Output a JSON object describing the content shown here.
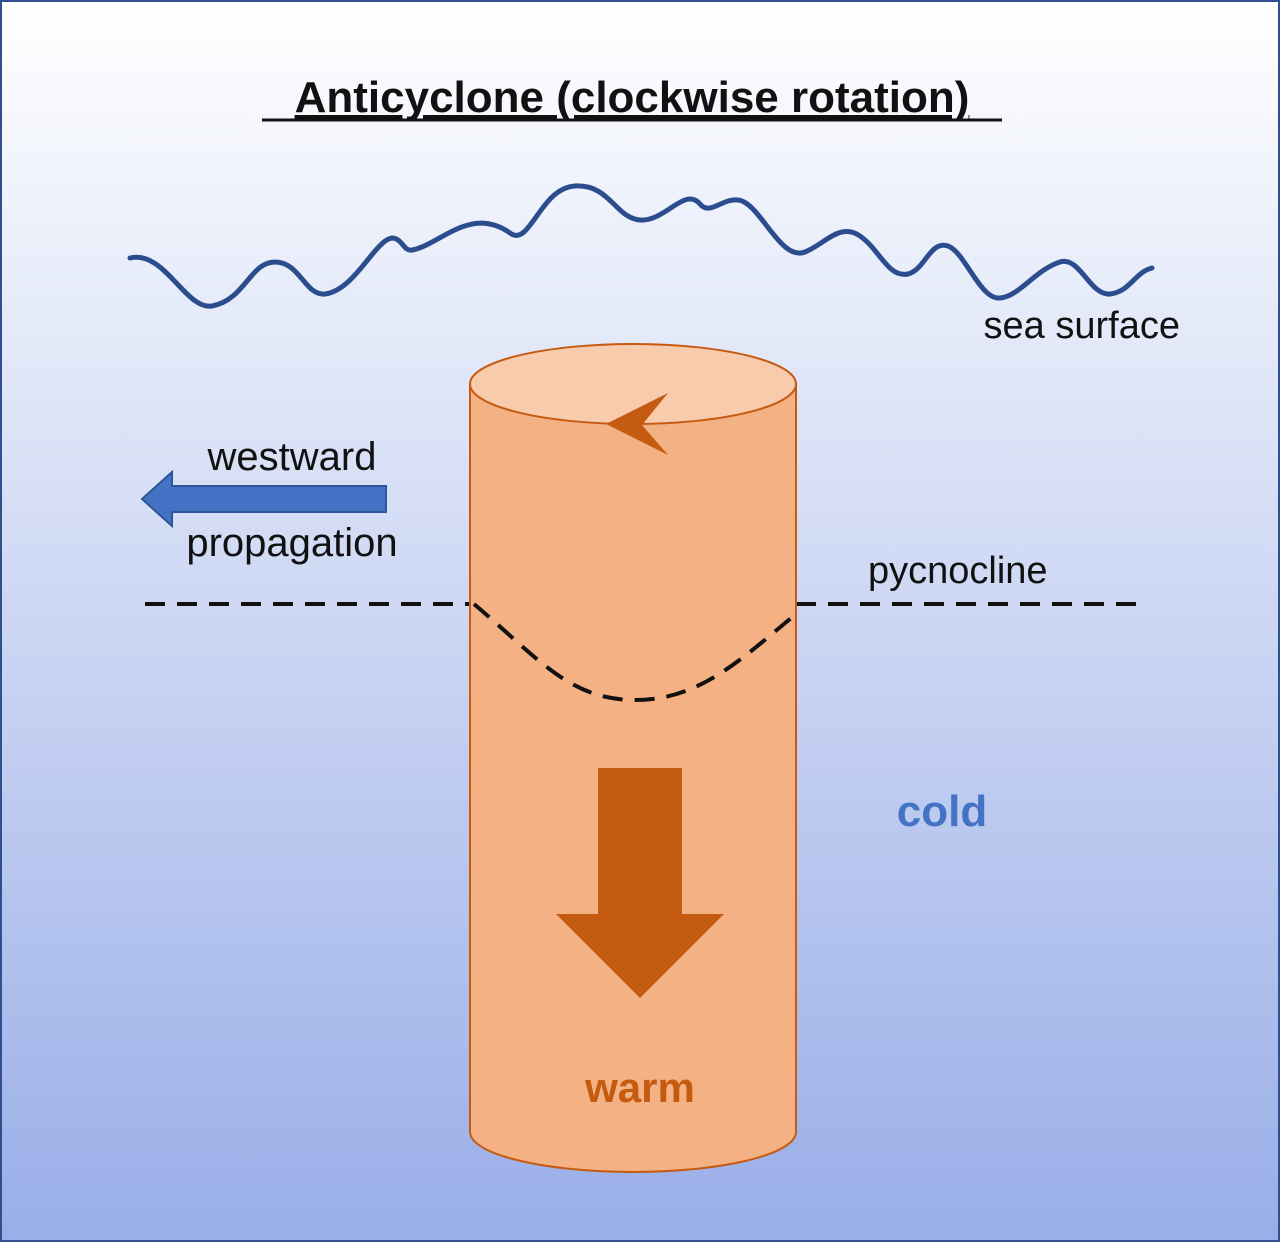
{
  "title": "Anticyclone (clockwise rotation)",
  "labels": {
    "sea_surface": "sea surface",
    "westward": "westward",
    "propagation": "propagation",
    "pycnocline": "pycnocline",
    "cold": "cold",
    "warm": "warm"
  },
  "colors": {
    "background_top": "#ffffff",
    "background_bottom": "#99aee8",
    "frame": "#2f4f8f",
    "wave": "#2b4d8e",
    "cylinder_fill": "#f4b183",
    "cylinder_top": "#f8cbad",
    "cylinder_stroke": "#c55a11",
    "down_arrow": "#c55a11",
    "rotation_arrow": "#c55a11",
    "westward_arrow": "#4472c4",
    "cold_text": "#4472c4",
    "warm_text": "#c55a11",
    "dashed_line": "#111111",
    "text": "#111111"
  },
  "icons": {
    "rotation": "clockwise-rotation-arrow-icon",
    "westward": "left-arrow-icon",
    "sinking": "down-arrow-icon"
  }
}
